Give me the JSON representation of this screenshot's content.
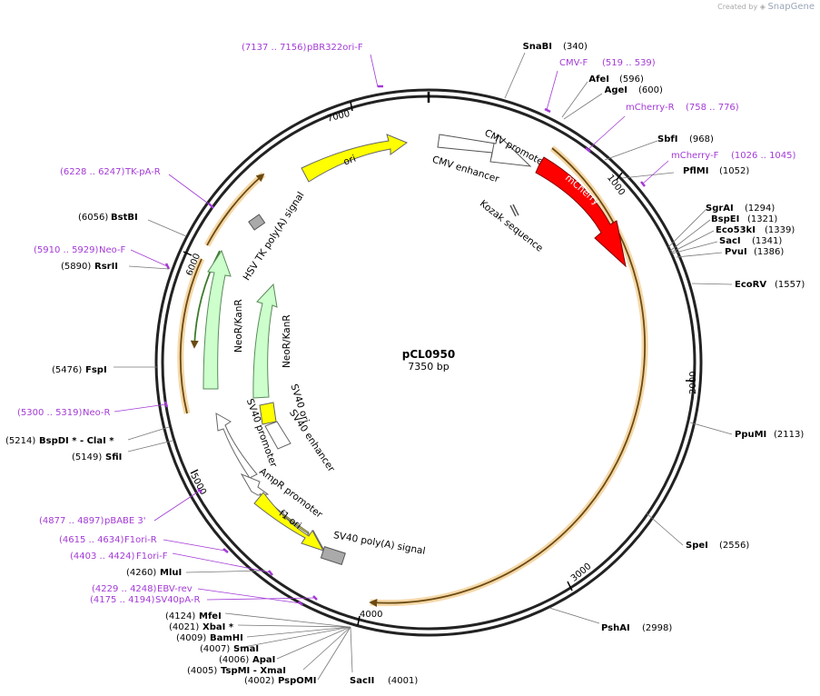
{
  "brand": {
    "created_by": "Created by",
    "name": "SnapGene"
  },
  "plasmid": {
    "name": "pCL0950",
    "size_label": "7350 bp",
    "length": 7350
  },
  "ticks": [
    "1000",
    "2000",
    "3000",
    "4000",
    "5000",
    "6000",
    "7000"
  ],
  "sites": [
    {
      "name": "SnaBI",
      "pos": "(340)"
    },
    {
      "name": "AfeI",
      "pos": "(596)"
    },
    {
      "name": "AgeI",
      "pos": "(600)"
    },
    {
      "name": "SbfI",
      "pos": "(968)"
    },
    {
      "name": "PflMI",
      "pos": "(1052)"
    },
    {
      "name": "SgrAI",
      "pos": "(1294)"
    },
    {
      "name": "BspEI",
      "pos": "(1321)"
    },
    {
      "name": "Eco53kI",
      "pos": "(1339)"
    },
    {
      "name": "SacI",
      "pos": "(1341)"
    },
    {
      "name": "PvuI",
      "pos": "(1386)"
    },
    {
      "name": "EcoRV",
      "pos": "(1557)"
    },
    {
      "name": "PpuMI",
      "pos": "(2113)"
    },
    {
      "name": "SpeI",
      "pos": "(2556)"
    },
    {
      "name": "PshAI",
      "pos": "(2998)"
    },
    {
      "name": "SacII",
      "pos": "(4001)"
    },
    {
      "name": "PspOMI",
      "pos": "(4002)"
    },
    {
      "name": "TspMI - XmaI",
      "pos": "(4005)"
    },
    {
      "name": "ApaI",
      "pos": "(4006)"
    },
    {
      "name": "SmaI",
      "pos": "(4007)"
    },
    {
      "name": "BamHI",
      "pos": "(4009)"
    },
    {
      "name": "XbaI *",
      "pos": "(4021)"
    },
    {
      "name": "MfeI",
      "pos": "(4124)"
    },
    {
      "name": "MluI",
      "pos": "(4260)"
    },
    {
      "name": "SfiI",
      "pos": "(5149)"
    },
    {
      "name": "BspDI * - ClaI *",
      "pos": "(5214)"
    },
    {
      "name": "FspI",
      "pos": "(5476)"
    },
    {
      "name": "RsrII",
      "pos": "(5890)"
    },
    {
      "name": "BstBI",
      "pos": "(6056)"
    }
  ],
  "primers": [
    {
      "name": "CMV-F",
      "pos": "(519 .. 539)"
    },
    {
      "name": "mCherry-R",
      "pos": "(758 .. 776)"
    },
    {
      "name": "mCherry-F",
      "pos": "(1026 .. 1045)"
    },
    {
      "name": "pBR322ori-F",
      "pos": "(7137 .. 7156)"
    },
    {
      "name": "TK-pA-R",
      "pos": "(6228 .. 6247)"
    },
    {
      "name": "Neo-F",
      "pos": "(5910 .. 5929)"
    },
    {
      "name": "Neo-R",
      "pos": "(5300 .. 5319)"
    },
    {
      "name": "pBABE 3'",
      "pos": "(4877 .. 4897)"
    },
    {
      "name": "F1ori-R",
      "pos": "(4615 .. 4634)"
    },
    {
      "name": "F1ori-F",
      "pos": "(4403 .. 4424)"
    },
    {
      "name": "EBV-rev",
      "pos": "(4229 .. 4248)"
    },
    {
      "name": "SV40pA-R",
      "pos": "(4175 .. 4194)"
    }
  ],
  "features": {
    "cmv_enhancer": "CMV enhancer",
    "cmv_promoter": "CMV promoter",
    "kozak": "Kozak sequence",
    "mcherry": "mCherry",
    "ori": "ori",
    "hsv_tk": "HSV TK poly(A) signal",
    "neor1": "NeoR/KanR",
    "neor2": "NeoR/KanR",
    "sv40_ori": "SV40 ori",
    "sv40_enh": "SV40 enhancer",
    "sv40_prom": "SV40 promoter",
    "ampr_prom": "AmpR promoter",
    "f1_ori": "f1 ori",
    "sv40_polya": "SV40 poly(A) signal"
  },
  "colors": {
    "backbone": "#222222",
    "primer": "#a33ad6",
    "orf": "#e8a23c",
    "mcherry": "#ff0000",
    "ori": "#ffff00",
    "neor": "#ccffcc",
    "polya": "#aaaaaa",
    "promoter": "#ffffff"
  }
}
